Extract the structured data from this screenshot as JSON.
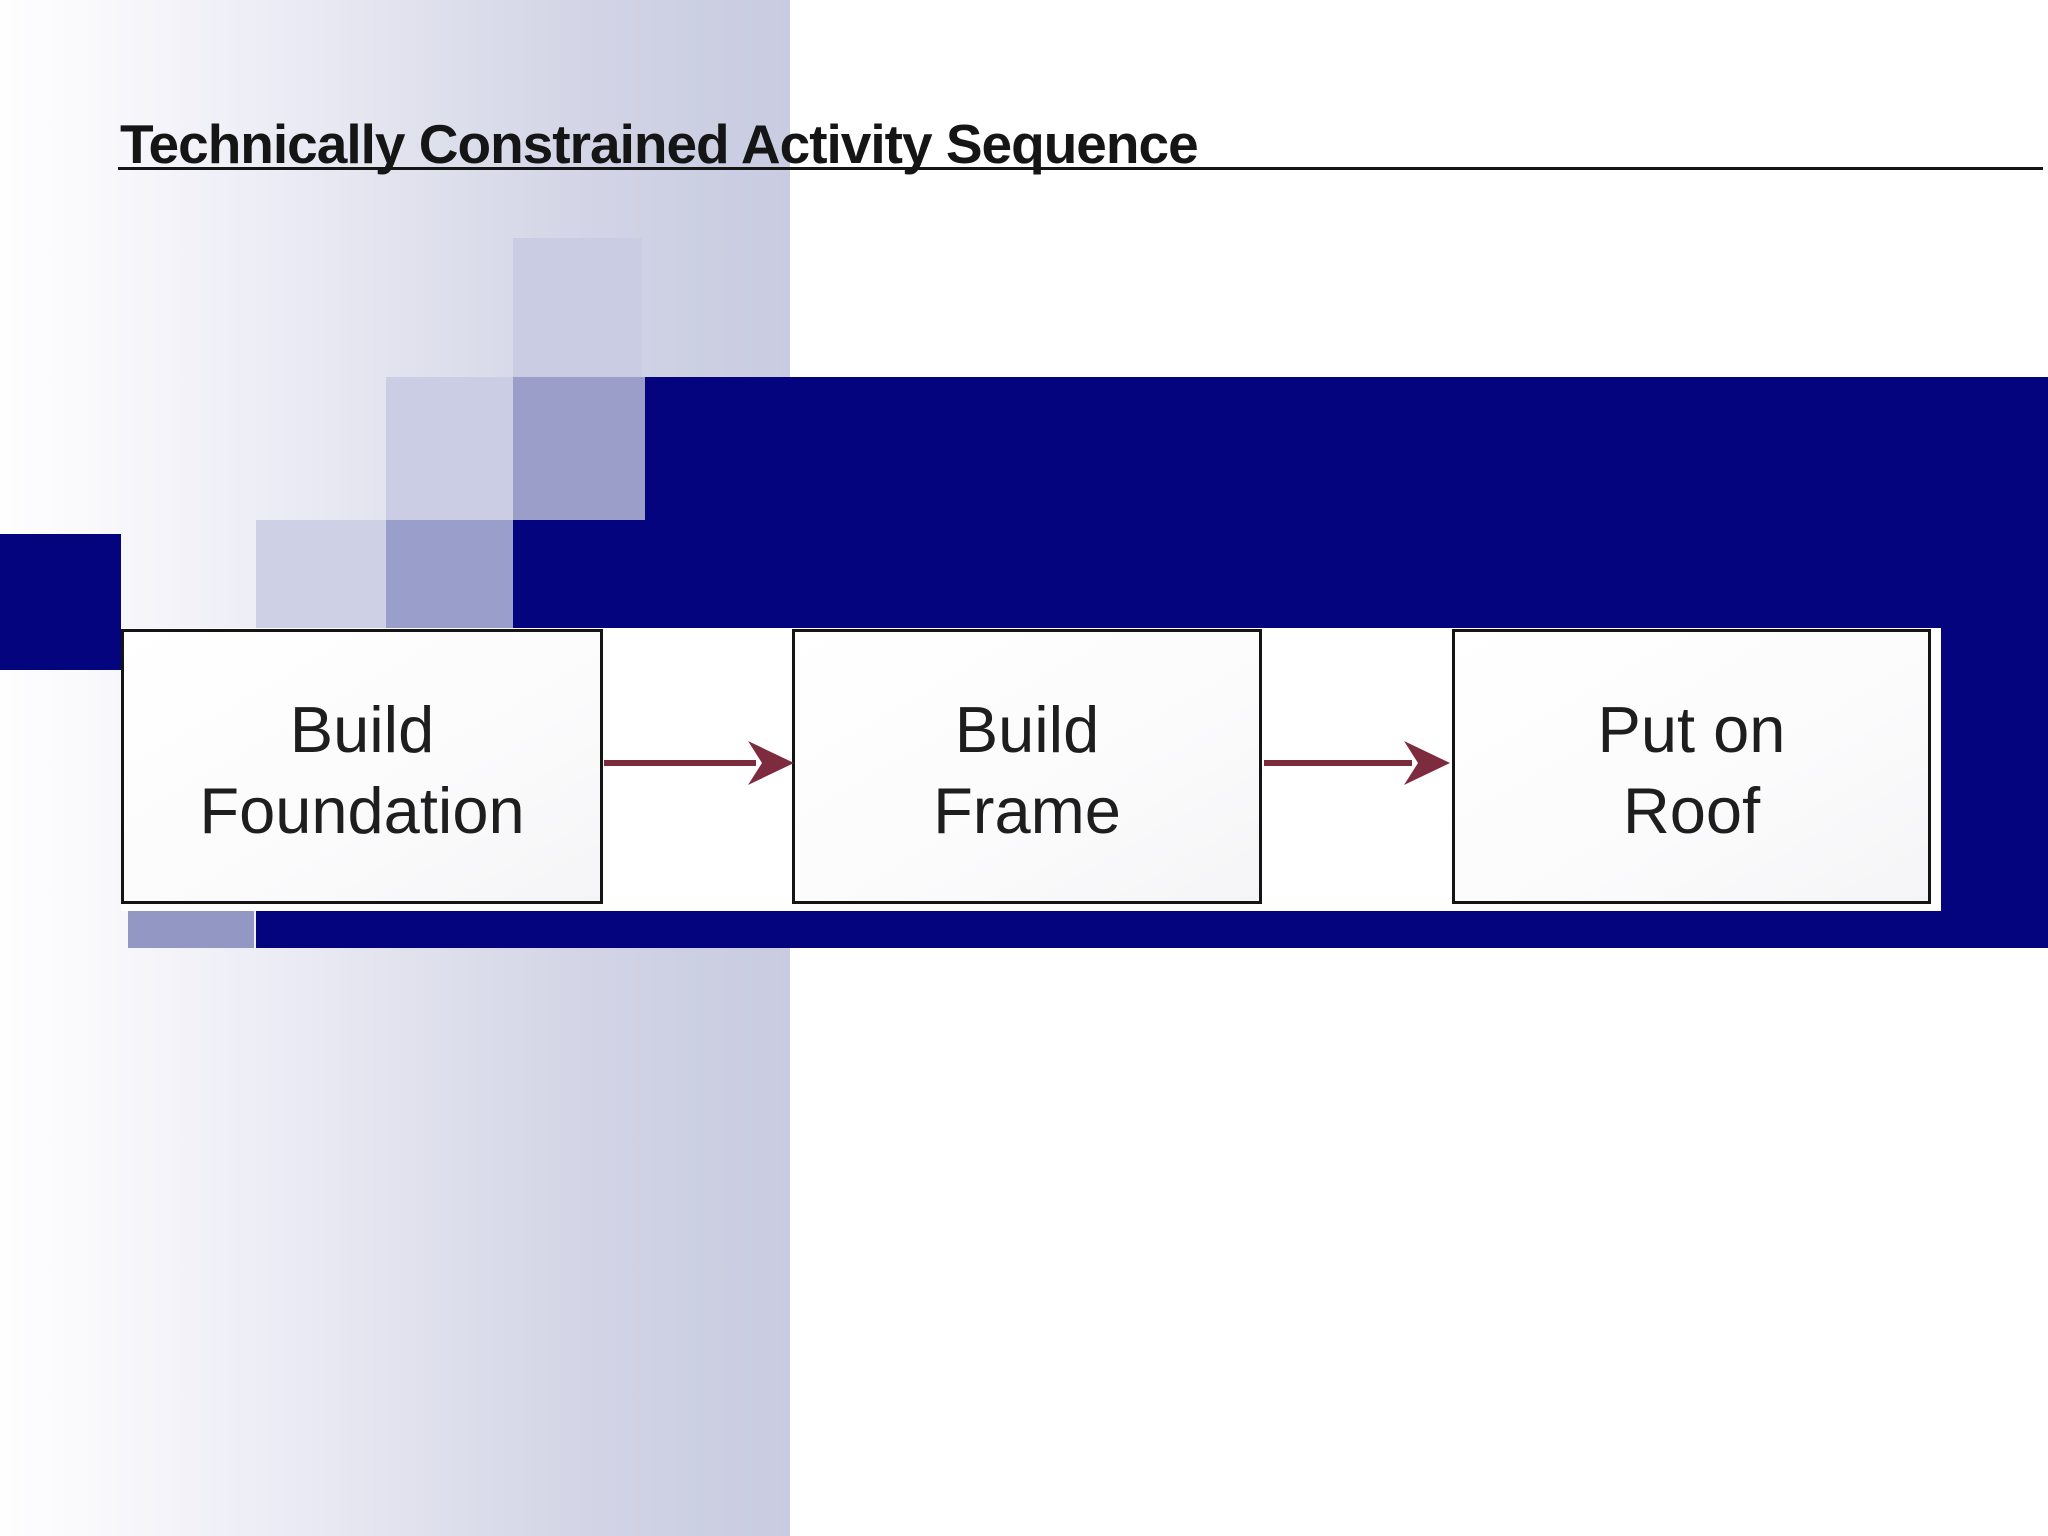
{
  "slide": {
    "title": "Technically Constrained Activity Sequence",
    "diagram": {
      "nodes": [
        {
          "label_lines": [
            "Build",
            "Foundation"
          ]
        },
        {
          "label_lines": [
            "Build",
            "Frame"
          ]
        },
        {
          "label_lines": [
            "Put on",
            "Roof"
          ]
        }
      ],
      "edges": [
        {
          "from": 0,
          "to": 1
        },
        {
          "from": 1,
          "to": 2
        }
      ]
    },
    "colors": {
      "navy_band": "#04047e",
      "arrow_maroon": "#7d2b3e",
      "lavender_light": "#cacde4",
      "lavender_pale": "#ced1e6",
      "lavender_medium": "#9a9ec9",
      "lavender_muted": "#9297c3",
      "box_border": "#141414",
      "box_fill": "#fdfdfe",
      "title_text": "#151515"
    }
  }
}
